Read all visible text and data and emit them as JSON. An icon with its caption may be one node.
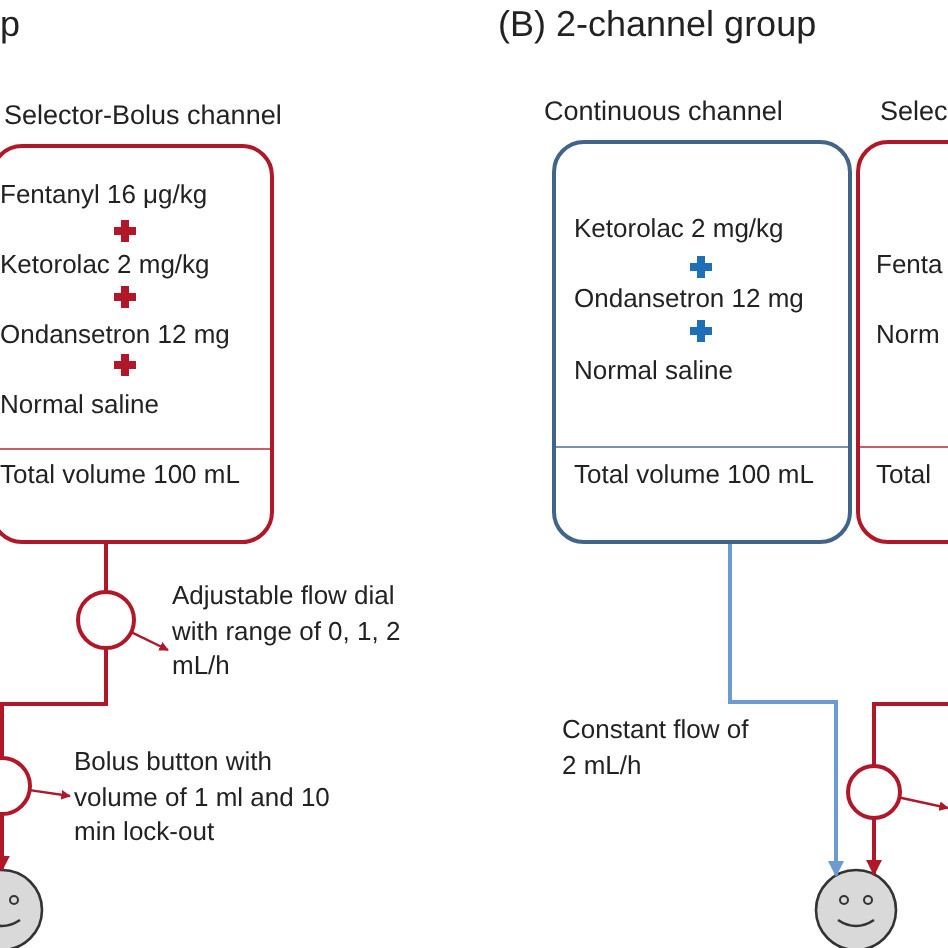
{
  "diagram": {
    "nodes": [
      {
        "text": [
          "Selector-Bolus channel",
          "Fentanyl 16 μg/kg",
          "Ketorolac 2 mg/kg",
          "Ondansetron 12 mg",
          "Normal saline",
          "Total volume 100 mL"
        ]
      },
      {
        "text": [],
        "shape": "circle"
      },
      {
        "text": [],
        "shape": "circle"
      },
      {
        "text": [],
        "shape": "picture"
      },
      {
        "text": [
          "Adjustable flow dial with range of 0, 1, 2 mL/h"
        ]
      },
      {
        "text": [
          "Bolus button with volume of 1 ml and 10 min lock-out"
        ]
      },
      {
        "text": [
          "Continuous channel",
          "Ketorolac 2 mg/kg",
          "Ondansetron 12 mg",
          "Normal saline",
          "Total volume 100 mL"
        ]
      },
      {
        "text": [
          "Selec",
          "Fenta",
          "Norm",
          "Total"
        ]
      },
      {
        "text": [],
        "shape": "circle"
      },
      {
        "text": [],
        "shape": "picture"
      }
    ],
    "edges": [
      {
        "from": 0,
        "to": 1,
        "arrow": "none"
      },
      {
        "from": 1,
        "to": 2,
        "arrow": "none"
      },
      {
        "from": 2,
        "to": 3,
        "arrow": "to"
      },
      {
        "from": 1,
        "to": 4,
        "arrow": "to"
      },
      {
        "from": 2,
        "to": 5,
        "arrow": "to"
      },
      {
        "from": 6,
        "to": 9,
        "arrow": "to",
        "label": "Constant flow of 2 mL/h",
        "color": "#6b9bd1"
      },
      {
        "from": 7,
        "to": 8,
        "arrow": "none"
      },
      {
        "from": 8,
        "to": 9,
        "arrow": "to"
      },
      {
        "from": 8,
        "to": null,
        "arrow": "to"
      }
    ],
    "labels": [
      "p",
      "(B) 2-channel group"
    ]
  }
}
